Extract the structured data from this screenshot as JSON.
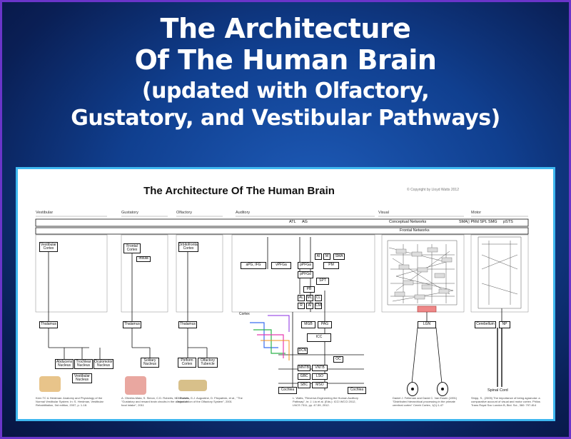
{
  "banner": {
    "line1": "The Architecture",
    "line2": "Of The Human Brain",
    "line3": "(updated with Olfactory,",
    "line4": "Gustatory, and Vestibular Pathways)"
  },
  "poster": {
    "title": "The Architecture Of The Human Brain",
    "copyright": "© Copyright by Lloyd Watts 2012",
    "sections": [
      "Vestibular",
      "Gustatory",
      "Olfactory",
      "Auditory",
      "Visual",
      "Motor"
    ],
    "networks": {
      "conceptual": "Conceptual Networks",
      "frontal": "Frontal Networks",
      "atl": "ATL",
      "ag": "AG",
      "motor_labels": "SMA▯ PMd SPL SMG",
      "psts": "pSTS"
    },
    "vestibular": {
      "cortex": "Vestibular Cortex",
      "thalamus": "Thalamus",
      "nuclei": [
        "Abducens Nucleus",
        "Trochlear Nucleus",
        "Oculomotor Nucleus"
      ],
      "vestibular_nuclei": "Vestibular Nucleus"
    },
    "gustatory": {
      "cortex": "Frontal Cortex",
      "insula": "Insula",
      "thalamus": "Thalamus",
      "nucleus": "Solitary Nucleus"
    },
    "olfactory": {
      "cortex": "Orbitofrontal Cortex",
      "thalamus": "Thalamus",
      "piriform": "Piriform Cortex",
      "tubercle": "Olfactory Tubercle"
    },
    "auditory": {
      "boxes": [
        "aPG, IFG",
        "vPFGa",
        "pPFGa",
        "pPFGd",
        "AI",
        "M",
        "SMA",
        "PM",
        "SPT",
        "PB",
        "AL",
        "ML",
        "CL",
        "R",
        "AI",
        "CM"
      ],
      "lower": [
        "MGB",
        "PAG",
        "ICC",
        "DCN",
        "OC",
        "VNTB",
        "LSO",
        "MSO",
        "MNTB",
        "SBC",
        "GBC"
      ],
      "cortex_label": "Cortex",
      "cochlea_left": "Cochlea",
      "cochlea_right": "Cochlea"
    },
    "visual": {
      "lgn": "LGN"
    },
    "motor": {
      "cerebellum": "Cerebellum",
      "np": "NP",
      "spinal": "Spinal Cord"
    },
    "references": [
      "Kern TC & Herdman: Anatomy and Physiology of the Normal Vestibular System. In: S. Herdman, Vestibular Rehabilitation, 3rd edition, 2007, p. 1-18.",
      "A. Oliveira-Maia, S. Simon, C.D. Roberts, M. Nicolelis, \"Gustatory and reward brain circuits in the control of food intake\", 2011",
      "D. Purves, G.J. Augustine, D. Fitzpatrick, et al., \"The Organization of the Olfactory System\", 2001",
      "L. Watts, \"Reverse-Engineering the Human Auditory Pathway\", in: J. Liu et al. (Eds.): ICCI WCCI 2012, LNCS 7311, pp. 47-59, 2012.",
      "Daniel J. Felleman and David C. Van Essen (1991) \"Distributed hierarchical processing in the primate cerebral cortex\" Cereb Cortex, 1(1):1-47",
      "Shipp, S., (2005) The importance of being agranular: a comparative account of visual and motor cortex. Philos Trans Royal Soc London B, Biol. Sci., 360: 797-814"
    ]
  },
  "colors": {
    "frame": "#6a35c9",
    "poster_border": "#3fb8f0",
    "background": "#1552a8"
  }
}
